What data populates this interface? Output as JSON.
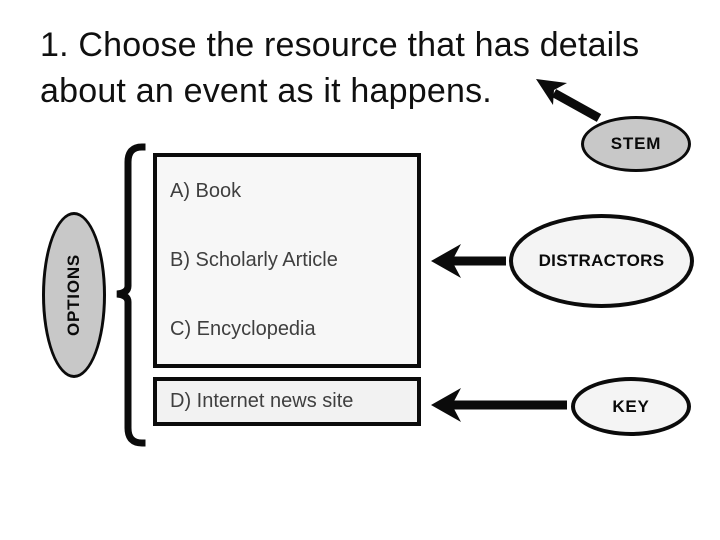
{
  "slide": {
    "title": {
      "text": "1. Choose the resource that has details about an event as it happens.",
      "lines": [
        "1. Choose the resource that has details",
        "about an event as it happens."
      ]
    },
    "callouts": {
      "stem": "STEM",
      "options": "OPTIONS",
      "distractors": "DISTRACTORS",
      "key": "KEY"
    },
    "answer_options": [
      {
        "label": "A) Book"
      },
      {
        "label": "B) Scholarly Article"
      },
      {
        "label": "C) Encyclopedia"
      },
      {
        "label": "D) Internet news site"
      }
    ],
    "answer_key_option": "D) Internet news site",
    "colors": {
      "gray_callout_fill": "#c8c8c8",
      "light_callout_fill": "#f4f4f4",
      "abc_box_fill": "#f7f7f7",
      "d_box_fill": "#f2f2f2",
      "outline": "#0b0b0b",
      "option_text": "#3f3f3f",
      "title_text": "#101010",
      "background": "#ffffff"
    }
  }
}
